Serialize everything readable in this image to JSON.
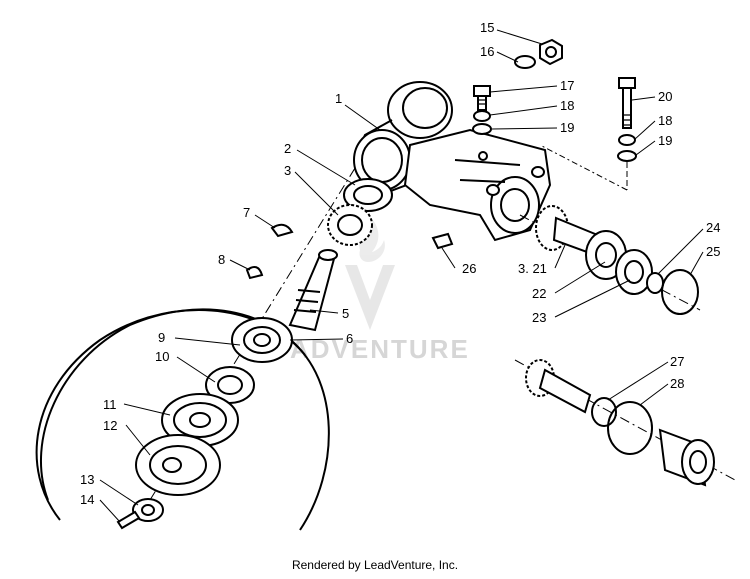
{
  "diagram": {
    "callouts": [
      "1",
      "2",
      "3",
      "7",
      "8",
      "5",
      "6",
      "9",
      "10",
      "11",
      "12",
      "13",
      "14",
      "15",
      "16",
      "17",
      "18",
      "19",
      "20",
      "18",
      "19",
      "26",
      "3. 21",
      "22",
      "23",
      "24",
      "25",
      "27",
      "28"
    ]
  },
  "watermark": {
    "text": "ADVENTURE"
  },
  "footer": {
    "text": "Rendered by LeadVenture, Inc."
  }
}
